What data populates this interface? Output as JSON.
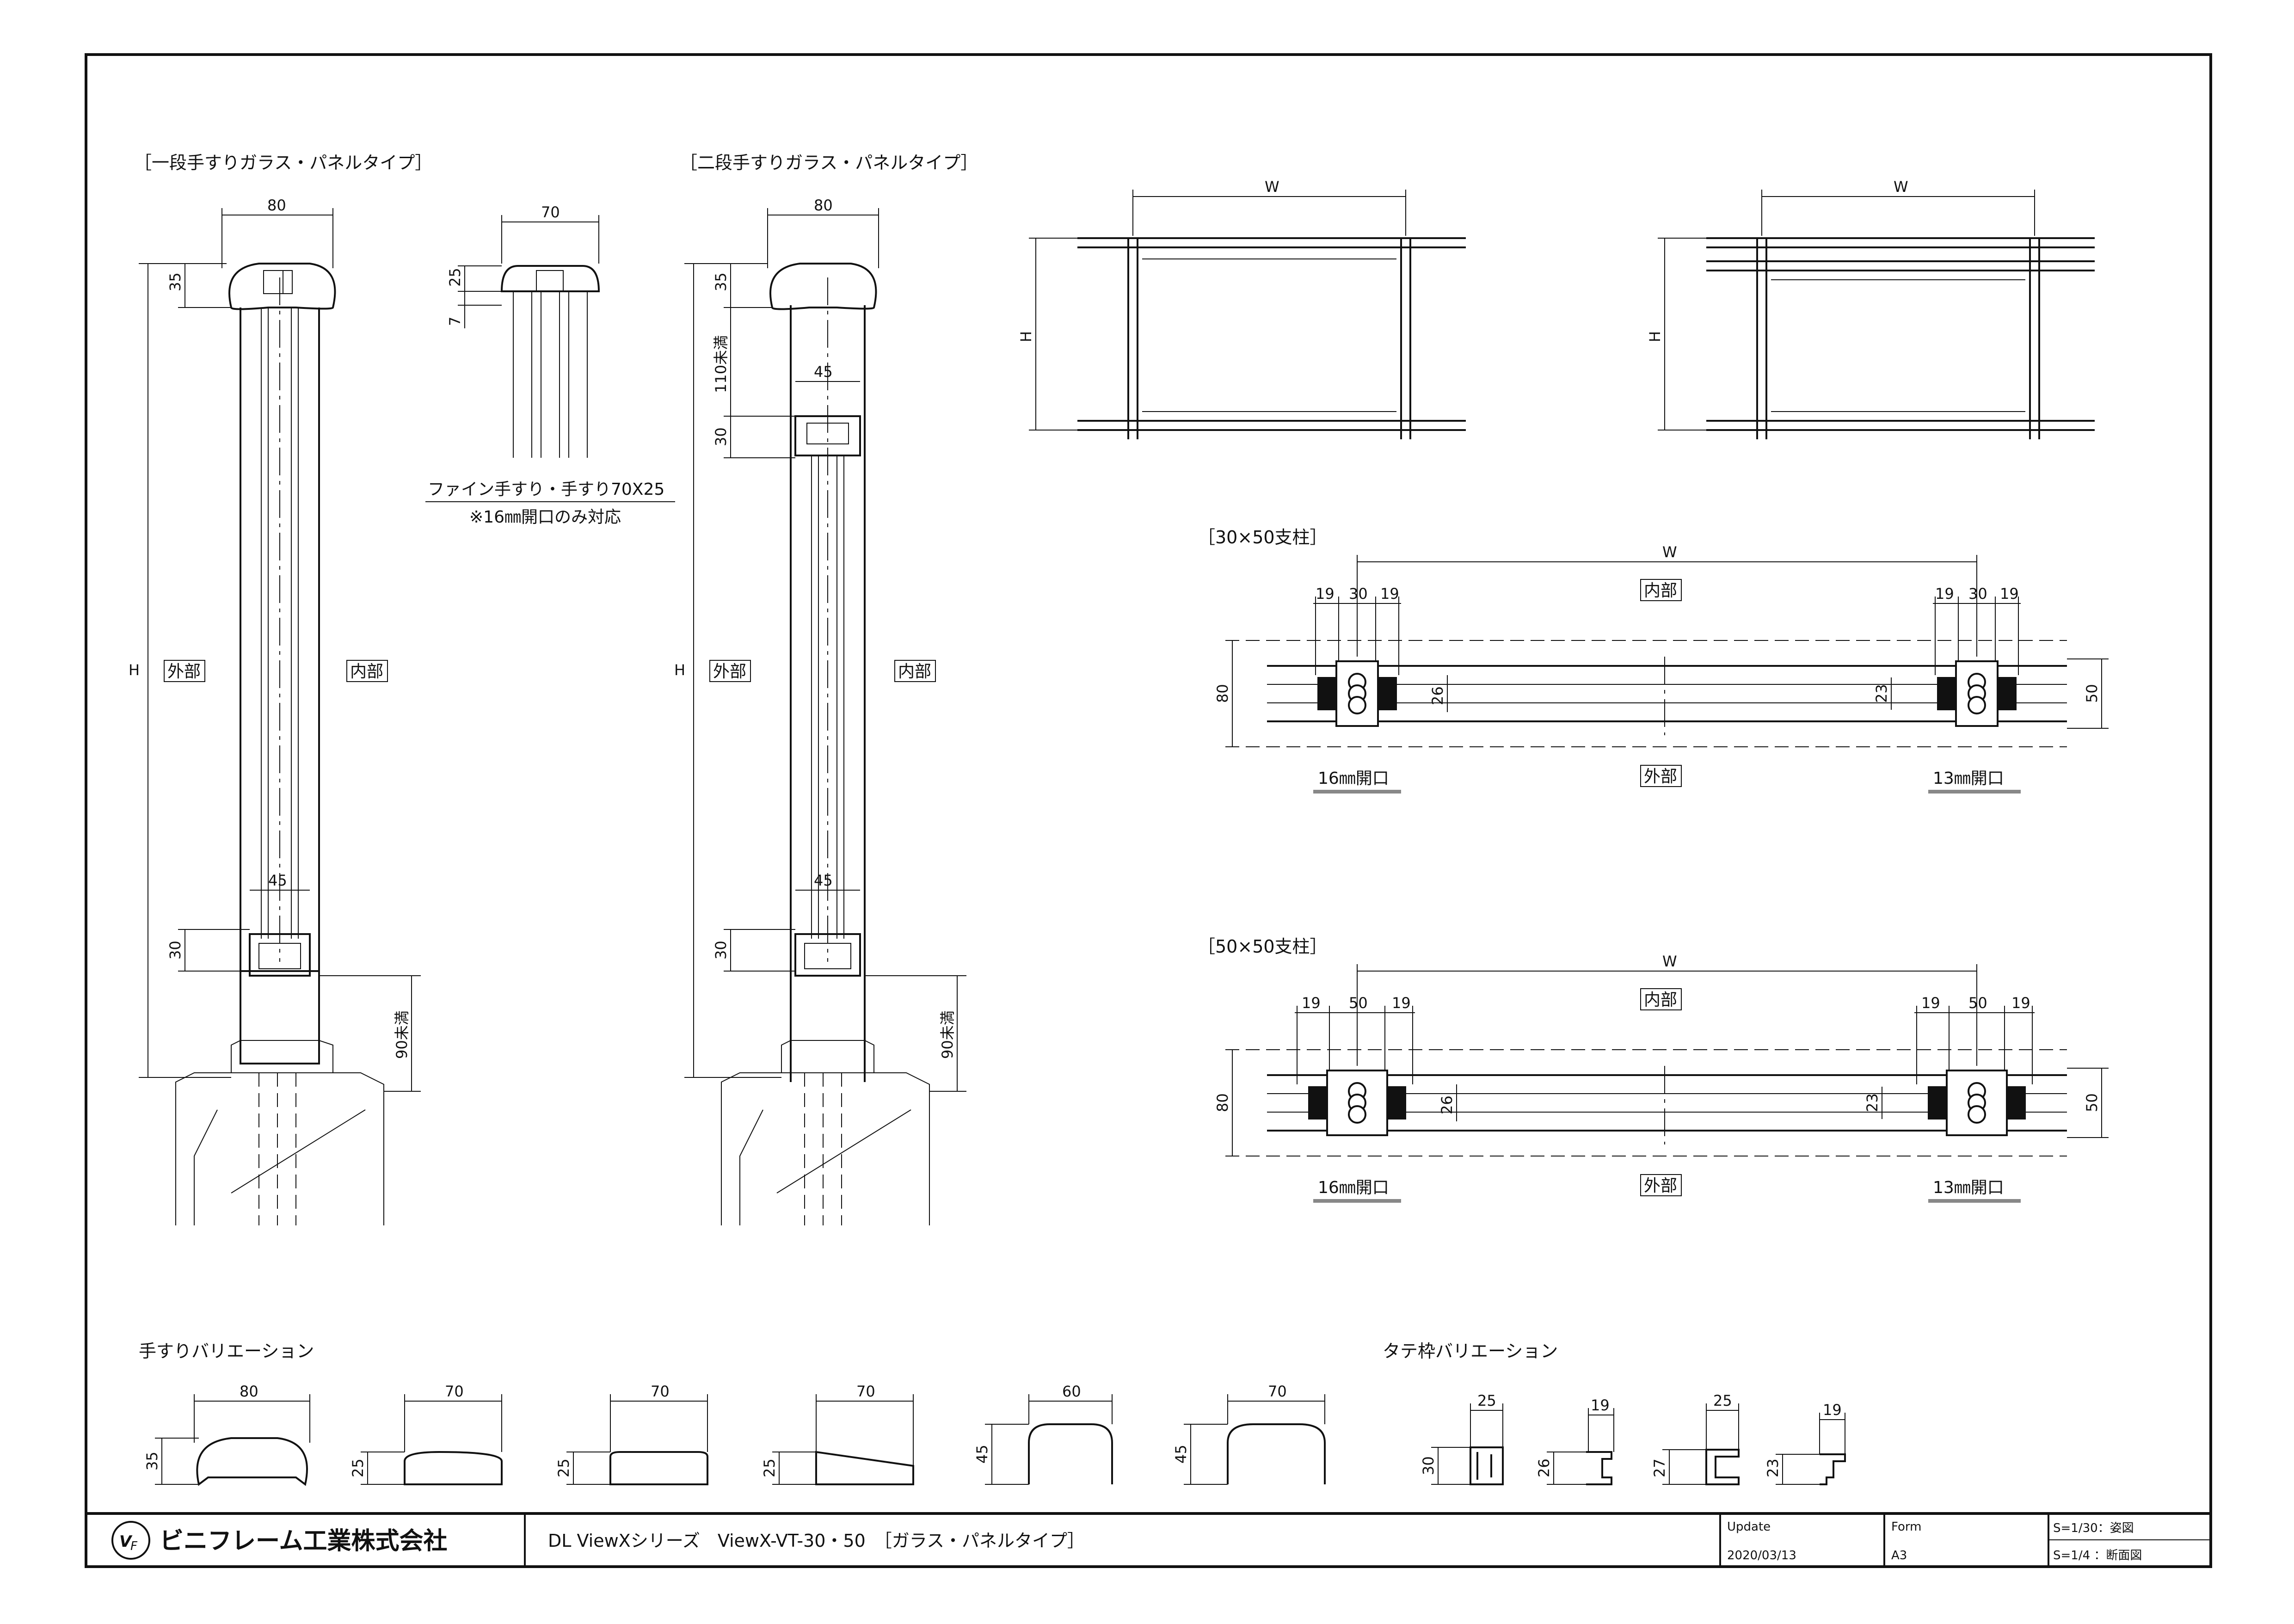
{
  "sections": {
    "single_rail": "［一段手すりガラス・パネルタイプ］",
    "double_rail": "［二段手すりガラス・パネルタイプ］",
    "post_30x50": "［30×50支柱］",
    "post_50x50": "［50×50支柱］",
    "handrail_variations": "手すりバリエーション",
    "frame_variations": "タテ枠バリエーション"
  },
  "labels": {
    "exterior": "外部",
    "interior": "内部",
    "H": "H",
    "W": "W",
    "fine_handrail": "ファイン手すり・手すり70X25",
    "fine_handrail_note": "※16㎜開口のみ対応",
    "opening_16": "16㎜開口",
    "opening_13": "13㎜開口"
  },
  "dims": {
    "d80": "80",
    "d70": "70",
    "d60": "60",
    "d50": "50",
    "d45": "45",
    "d35": "35",
    "d30": "30",
    "d27": "27",
    "d26": "26",
    "d25": "25",
    "d23": "23",
    "d19": "19",
    "d7": "7",
    "d110": "110未満",
    "d90": "90未満"
  },
  "title_block": {
    "company": "ビニフレーム工業株式会社",
    "drawing_title": "DL ViewXシリーズ　ViewX-VT-30・50　［ガラス・パネルタイプ］",
    "update_label": "Update",
    "update_date": "2020/03/13",
    "form_label": "Form",
    "form_value": "A3",
    "scale_1": "S=1/30：姿図",
    "scale_2": "S=1/4 ：断面図"
  }
}
